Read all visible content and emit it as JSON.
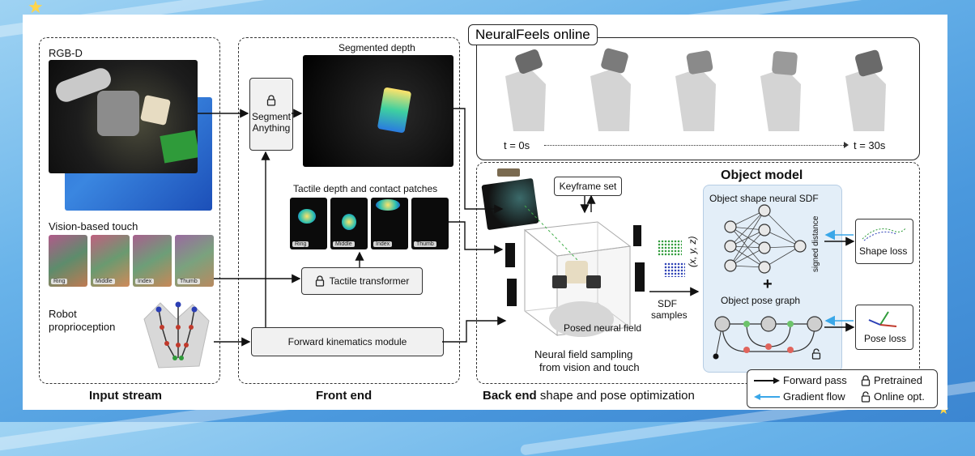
{
  "input": {
    "rgbd": "RGB-D",
    "touch_title": "Vision-based touch",
    "touch_tiles": [
      "Ring",
      "Middle",
      "Index",
      "Thumb"
    ],
    "robot_line1": "Robot",
    "robot_line2": "proprioception",
    "section": "Input stream"
  },
  "front": {
    "segmented_title": "Segmented depth",
    "segment_line1": "Segment",
    "segment_line2": "Anything",
    "tactile_title": "Tactile depth and contact patches",
    "tactile_tiles": [
      "Ring",
      "Middle",
      "Index",
      "Thumb"
    ],
    "tactile_transformer": "Tactile transformer",
    "fk_module": "Forward kinematics module",
    "section": "Front end"
  },
  "online": {
    "title": "NeuralFeels online",
    "t_start": "t = 0s",
    "t_end": "t = 30s"
  },
  "back": {
    "keyframe": "Keyframe set",
    "posed_field": "Posed neural field",
    "sampling_line1": "Neural field sampling",
    "sampling_line2": "from vision and touch",
    "sdf_line1": "SDF",
    "sdf_line2": "samples",
    "object_model": "Object model",
    "sdf_title": "Object shape neural SDF",
    "input_label": "(x, y, z)",
    "output_label": "signed distance",
    "plus": "+",
    "pose_graph": "Object pose graph",
    "shape_loss": "Shape loss",
    "pose_loss": "Pose loss",
    "section_bold": "Back end",
    "section_rest": " shape and pose optimization"
  },
  "legend": {
    "forward": "Forward pass",
    "gradient": "Gradient flow",
    "pretrained": "Pretrained",
    "online": "Online opt."
  },
  "colors": {
    "gradient_arrow": "#3aa7e8",
    "pose_node_red": "#e0645c",
    "pose_node_green": "#6cc36a",
    "skeleton_red": "#c0392b",
    "skeleton_blue": "#2b3fb5"
  }
}
